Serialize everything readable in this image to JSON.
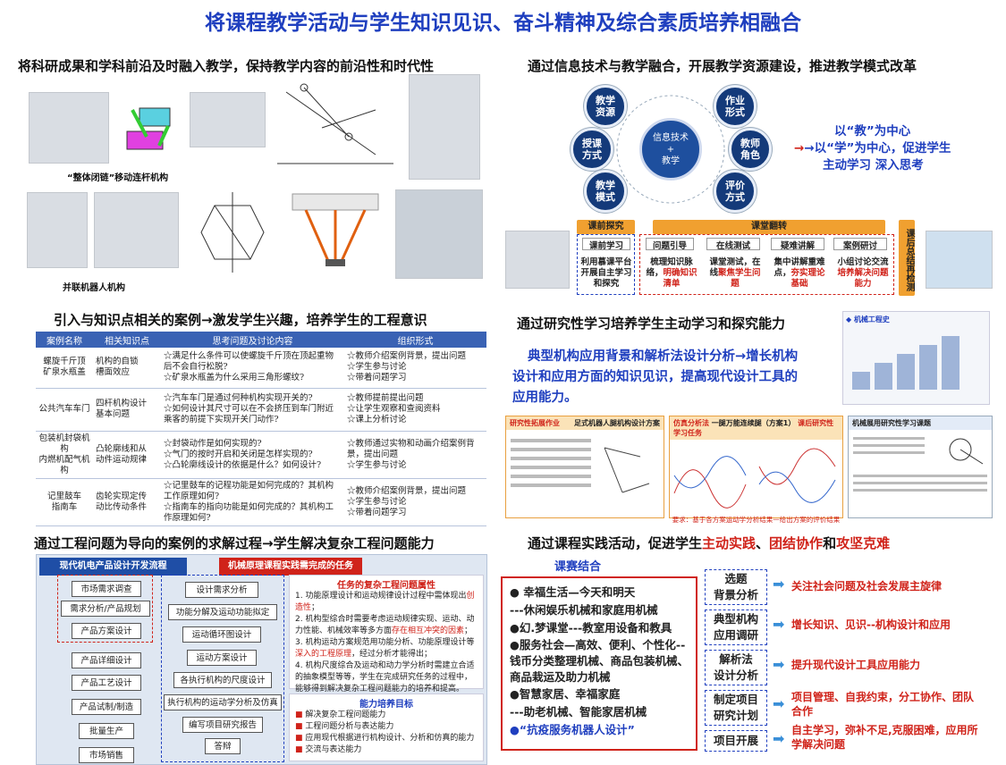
{
  "title": "将课程教学活动与学生知识见识、奋斗精神及综合素质培养相融合",
  "q1": {
    "heading": "将科研成果和学科前沿及时融入教学，保持教学内容的前沿性和时代性",
    "caption1": "“整体闭链”移动连杆机构",
    "caption2": "并联机器人机构"
  },
  "q2": {
    "heading": "通过信息技术与教学融合，开展教学资源建设，推进教学模式改革",
    "center": "信息技术\n+\n教学",
    "circles": [
      "教学\n资源",
      "作业\n形式",
      "授课\n方式",
      "教师\n角色",
      "教学\n模式",
      "评价\n方式"
    ],
    "slogan1": "以“教”为中心",
    "slogan2": "→以“学”为中心，促进学生",
    "slogan3": "主动学习 深入思考",
    "pre_class": "课前探究",
    "in_class": "课堂翻转",
    "after_class": "课后总结再检测",
    "steps": [
      "课前学习",
      "问题引导",
      "在线测试",
      "疑难讲解",
      "案例研讨"
    ],
    "subs": [
      {
        "a": "利用慕课平台开展自主学习和探究",
        "b": ""
      },
      {
        "a": "梳理知识脉络，",
        "b": "明确知识清单"
      },
      {
        "a": "课堂测试，在线",
        "b": "聚焦学生问题"
      },
      {
        "a": "集中讲解重难点，",
        "b": "夯实理论基础"
      },
      {
        "a": "小组讨论交流",
        "b": "培养解决问题能力"
      }
    ]
  },
  "q3": {
    "heading": "引入与知识点相关的案例→激发学生兴趣，培养学生的工程意识",
    "columns": [
      "案例名称",
      "相关知识点",
      "思考问题及讨论内容",
      "组织形式"
    ],
    "rows": [
      {
        "name": "螺旋千斤顶\n矿泉水瓶盖",
        "kp": "机构的自锁\n槽面效应",
        "q": "☆满足什么条件可以使螺旋千斤顶在顶起重物后不会自行松脱?\n☆矿泉水瓶盖为什么采用三角形螺纹?",
        "f": "☆教师介绍案例背景，提出问题\n☆学生参与讨论\n☆带着问题学习"
      },
      {
        "name": "公共汽车车门",
        "kp": "四杆机构设计\n基本问题",
        "q": "☆汽车车门是通过何种机构实现开关的?\n☆如何设计其尺寸可以在不会挤压到车门附近乘客的前提下实现开关门动作?",
        "f": "☆教师提前提出问题\n☆让学生观察和查阅资料\n☆课上分析讨论"
      },
      {
        "name": "包装机封袋机构\n内燃机配气机构",
        "kp": "凸轮廓线和从\n动件运动规律",
        "q": "☆封袋动作是如何实现的?\n☆气门的按时开启和关闭是怎样实现的?\n☆凸轮廓线设计的依据是什么？如何设计?",
        "f": "☆教师通过实物和动画介绍案例背景，提出问题\n☆学生参与讨论"
      },
      {
        "name": "记里鼓车\n指南车",
        "kp": "齿轮实现定传\n动比传动条件",
        "q": "☆记里鼓车的记程功能是如何完成的？其机构工作原理如何?\n☆指南车的指向功能是如何完成的？其机构工作原理如何?",
        "f": "☆教师介绍案例背景，提出问题\n☆学生参与讨论\n☆带着问题学习"
      }
    ]
  },
  "q4": {
    "heading": "通过研究性学习培养学生主动学习和探究能力",
    "text1": "典型机构应用背景和解析法设计分析→增长机构",
    "text2": "设计和应用方面的知识见识，提高现代设计工具的",
    "text3": "应用能力。",
    "timeline_title": "◆ 机械工程史",
    "tab1": "研究性拓展作业",
    "tab1b": "足式机器人腿机构设计方案",
    "tab2": "仿真分析法",
    "tab2b": "一腿万能连续腿（方案1）",
    "tab2c": "课后研究性学习任务",
    "tab3": "机械展用研究性学习课题",
    "foot": "要求：基于各方案运动学分析结果一给出方案的评价结果"
  },
  "q5": {
    "heading": "通过工程问题为导向的案例的求解过程→学生解决复杂工程问题能力",
    "blue_header": "现代机电产品设计开发流程",
    "red_header": "机械原理课程实践需完成的任务",
    "left_flow": [
      "市场需求调查",
      "需求分析/产品规划",
      "产品方案设计",
      "产品详细设计",
      "产品工艺设计",
      "产品试制/制造",
      "批量生产",
      "市场销售"
    ],
    "mid_flow": [
      "设计需求分析",
      "功能分解及运动功能拟定",
      "运动循环图设计",
      "运动方案设计",
      "各执行机构的尺度设计",
      "执行机构的运动学分析及仿真",
      "编写项目研究报告",
      "答辩"
    ],
    "attr_title": "任务的复杂工程问题属性",
    "attrs": [
      {
        "p": "1. 功能原理设计和运动规律设计过程中需体现出",
        "h": "创造性",
        "s": "；"
      },
      {
        "p": "2. 机构型综合时需要考虑运动规律实现、运动、动力性能、机械效率等多方面",
        "h": "存在相互冲突的因素",
        "s": "；"
      },
      {
        "p": "3. 机构运动方案规范用功能分析、功能原理设计等",
        "h": "深入的工程原理",
        "s": "，经过分析才能得出；"
      },
      {
        "p": "4. 机构尺度综合及运动和动力学分析时需建立合适的抽象模型等等，学生在完成研究任务的过程中，能够得到解决复杂工程问题能力的培养和提高。",
        "h": "",
        "s": ""
      }
    ],
    "ability_title": "能力培养目标",
    "abilities": [
      "解决复杂工程问题能力",
      "工程问题分析与表达能力",
      "应用现代根据进行机构设计、分析和仿真的能力",
      "交流与表达能力"
    ]
  },
  "q6": {
    "heading_a": "通过课程实践活动，促进学生",
    "heading_b": "主动实践",
    "heading_c": "、",
    "heading_d": "团结协作",
    "heading_e": "和",
    "heading_f": "攻坚克难",
    "contest": "课赛结合",
    "items": [
      "● 幸福生活—今天和明天",
      "---休闲娱乐机械和家庭用机械",
      "●幻.梦课堂---教室用设备和教具",
      "●服务社会—高效、便利、个性化--钱币分类整理机械、商品包装机械、商品栽运及助力机械",
      "●智慧家居、幸福家庭",
      "---助老机械、智能家居机械",
      "●“抗疫服务机器人设计”"
    ],
    "stages": [
      "选题\n背景分析",
      "典型机构\n应用调研",
      "解析法\n设计分析",
      "制定项目\n研究计划",
      "项目开展"
    ],
    "results": [
      "关注社会问题及社会发展主旋律",
      "增长知识、见识--机构设计和应用",
      "提升现代设计工具应用能力",
      "项目管理、自我约束，分工协作、团队合作",
      "自主学习，弥补不足,克服困难，应用所学解决问题"
    ]
  }
}
